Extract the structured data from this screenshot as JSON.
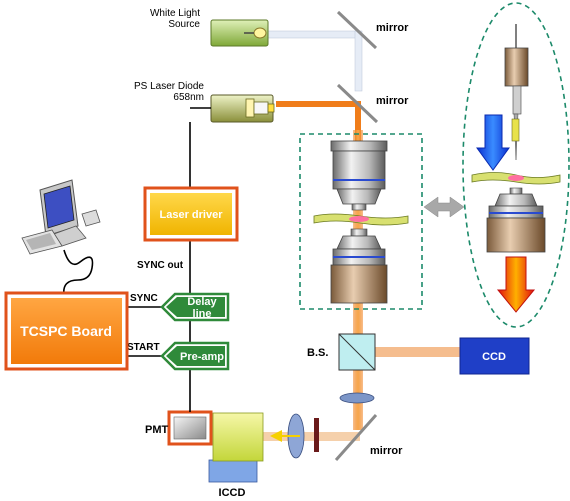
{
  "labels": {
    "white_light_1": "White Light",
    "white_light_2": "Source",
    "ps_laser_1": "PS Laser Diode",
    "ps_laser_2": "658nm",
    "mirror_top": "mirror",
    "mirror_mid": "mirror",
    "mirror_bottom": "mirror",
    "laser_driver": "Laser driver",
    "sync_out": "SYNC out",
    "sync": "SYNC",
    "start": "START",
    "delay_line_1": "Delay",
    "delay_line_2": "line",
    "pre_amp": "Pre-amp",
    "tcspc_board": "TCSPC Board",
    "bs": "B.S.",
    "ccd": "CCD",
    "pmt": "PMT",
    "iccd": "ICCD"
  },
  "colors": {
    "orange_border": "#e0521b",
    "green": "#2f8a3a",
    "blue_box": "#1f3fc7",
    "dashed_teal": "#1c8a6a",
    "beam_orange": "#f07d1a",
    "laser_yellow": "#f5c518"
  }
}
